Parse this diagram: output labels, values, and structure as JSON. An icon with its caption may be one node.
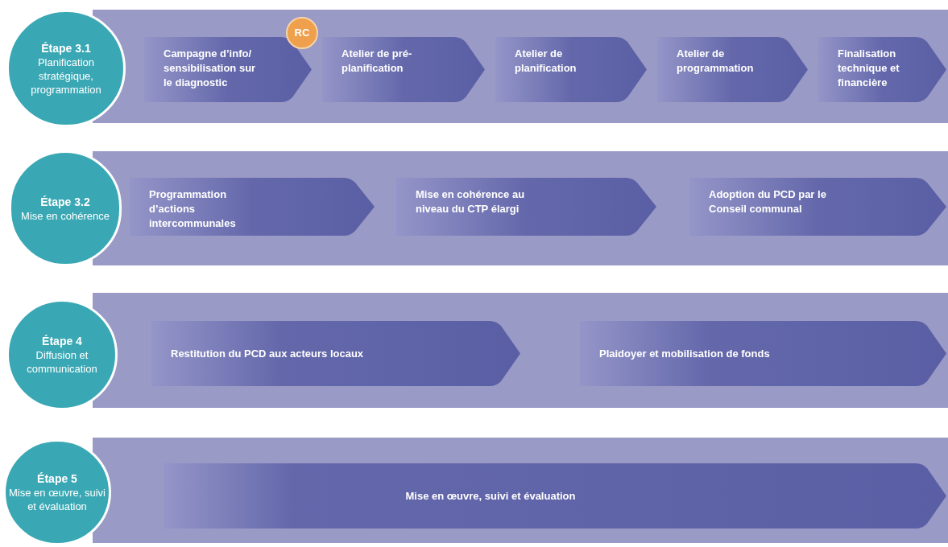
{
  "diagram": {
    "nodes": [
      {
        "text": [],
        "shape": "bar"
      },
      {
        "text": [
          "Étape 3.1",
          "Planification stratégique, programmation"
        ]
      },
      {
        "text": [
          "Campagne d’info/ sensibilisation sur le diagnostic"
        ],
        "in": 0
      },
      {
        "text": [
          "RC"
        ],
        "in": 0
      },
      {
        "text": [
          "Atelier de pré-planification"
        ],
        "in": 0
      },
      {
        "text": [
          "Atelier de planification"
        ],
        "in": 0
      },
      {
        "text": [
          "Atelier de programmation"
        ],
        "in": 0
      },
      {
        "text": [
          "Finalisation technique et financière"
        ],
        "in": 0
      },
      {
        "text": [],
        "shape": "bar"
      },
      {
        "text": [
          "Étape 3.2",
          "Mise en cohérence"
        ]
      },
      {
        "text": [
          "Programmation d’actions intercommunales"
        ],
        "in": 8
      },
      {
        "text": [
          "Mise en cohérence au niveau du CTP élargi"
        ],
        "in": 8
      },
      {
        "text": [
          "Adoption du PCD par le Conseil communal"
        ],
        "in": 8
      },
      {
        "text": [],
        "shape": "bar"
      },
      {
        "text": [
          "Étape 4",
          "Diffusion et communication"
        ]
      },
      {
        "text": [
          "Restitution du PCD aux acteurs locaux"
        ],
        "in": 13
      },
      {
        "text": [
          "Plaidoyer et mobilisation de fonds"
        ],
        "in": 13
      },
      {
        "text": [],
        "shape": "bar"
      },
      {
        "text": [
          "Étape 5",
          "Mise en œuvre, suivi et évaluation"
        ]
      },
      {
        "text": [
          "Mise en œuvre, suivi et évaluation"
        ],
        "in": 17
      }
    ],
    "edges": []
  }
}
